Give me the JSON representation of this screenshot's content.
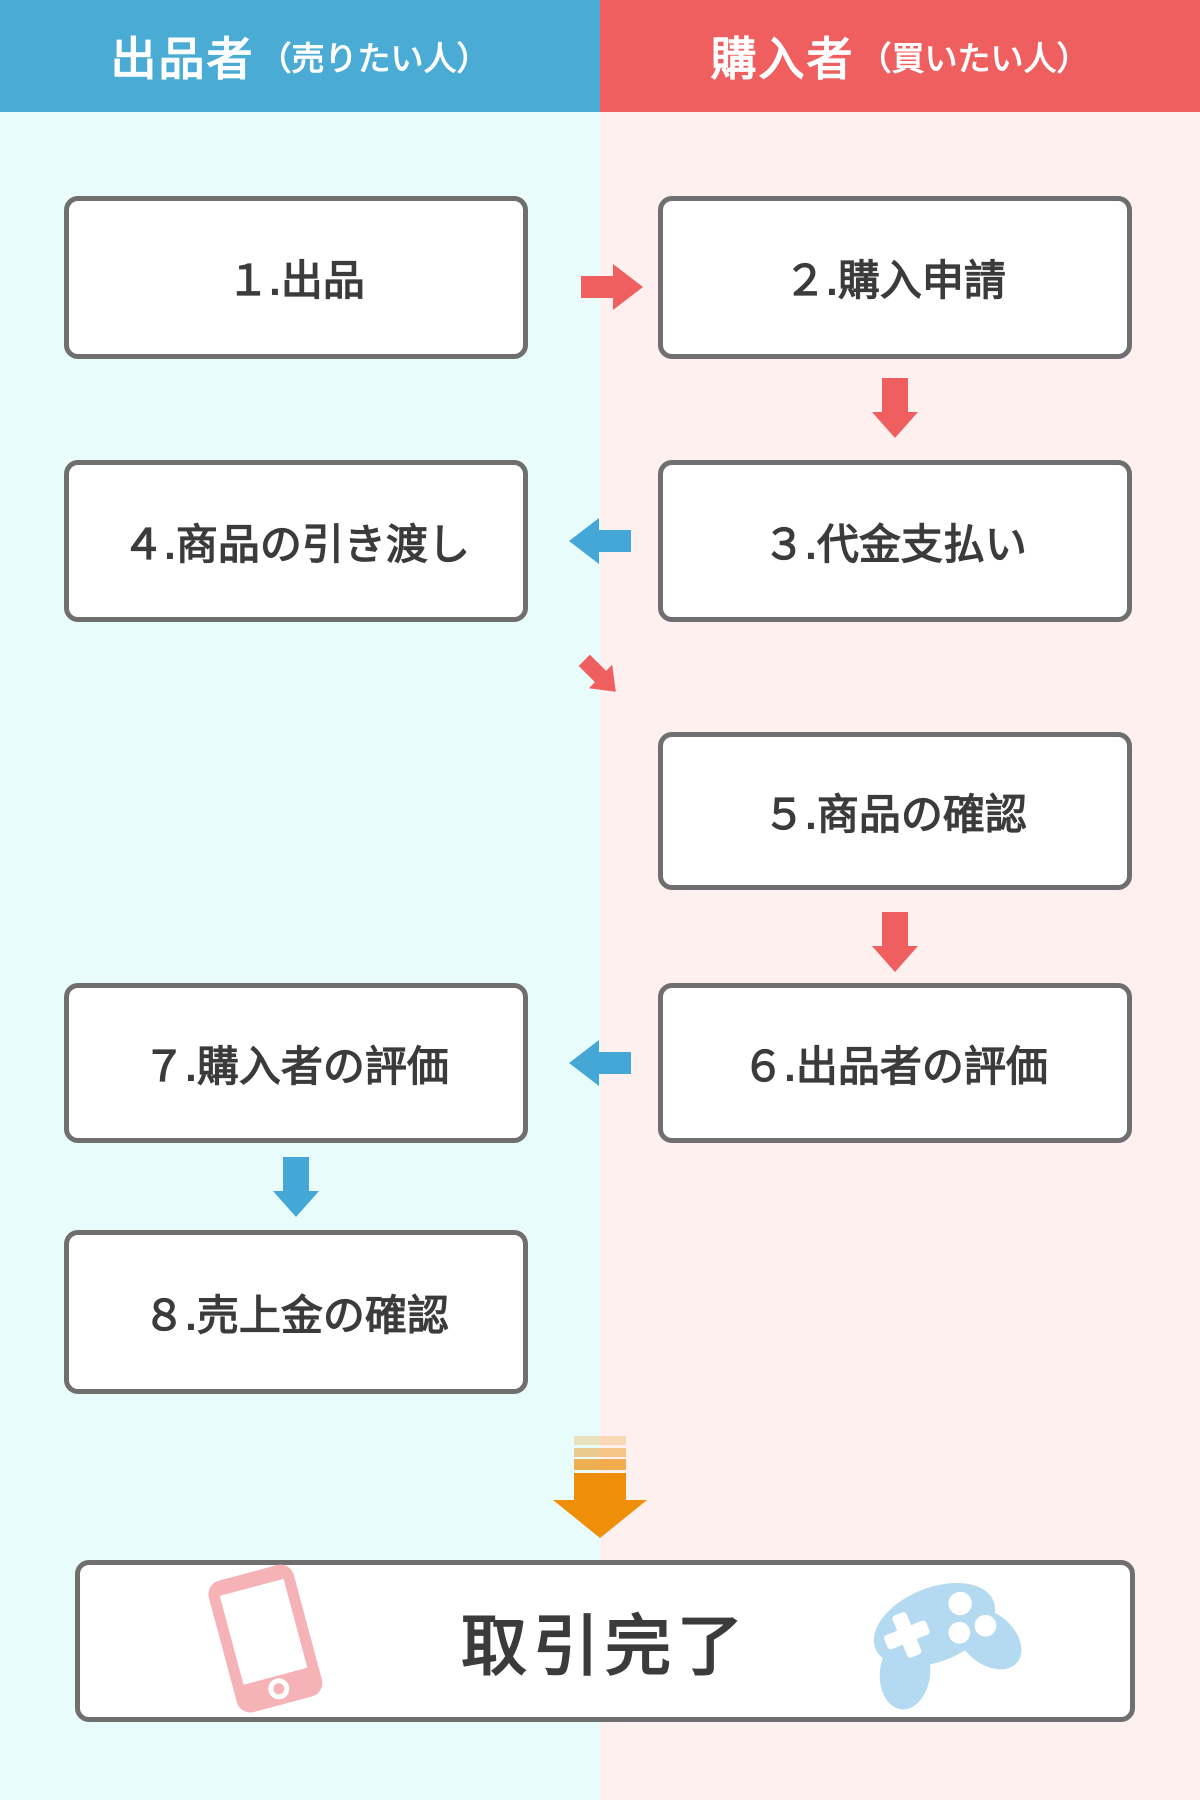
{
  "header": {
    "seller_title": "出品者",
    "seller_note": "（売りたい人）",
    "buyer_title": "購入者",
    "buyer_note": "（買いたい人）"
  },
  "steps": [
    {
      "number": 1,
      "label": "１.出品",
      "actor": "seller"
    },
    {
      "number": 2,
      "label": "２.購入申請",
      "actor": "buyer"
    },
    {
      "number": 3,
      "label": "３.代金支払い",
      "actor": "buyer"
    },
    {
      "number": 4,
      "label": "４.商品の引き渡し",
      "actor": "seller"
    },
    {
      "number": 5,
      "label": "５.商品の確認",
      "actor": "buyer"
    },
    {
      "number": 6,
      "label": "６.出品者の評価",
      "actor": "buyer"
    },
    {
      "number": 7,
      "label": "７.購入者の評価",
      "actor": "seller"
    },
    {
      "number": 8,
      "label": "８.売上金の確認",
      "actor": "seller"
    }
  ],
  "final": {
    "label": "取引完了"
  },
  "icons": {
    "arrow_right": "block-arrow-right",
    "arrow_down": "block-arrow-down",
    "arrow_diagonal": "block-arrow-down-right",
    "arrow_big_down": "striped-block-arrow-down",
    "smartphone": "smartphone",
    "gamepad": "game-controller"
  },
  "colors": {
    "seller_accent": "#4aacd4",
    "buyer_accent": "#ef5f5f",
    "seller_bg": "#e9fcfc",
    "buyer_bg": "#fdf0ef",
    "arrow_blue": "#45a7d6",
    "arrow_red": "#ef5f5f",
    "arrow_orange": "#ee8e09",
    "box_border": "#6f6f6f",
    "text": "#3b3b3b",
    "phone_icon_pink": "#f5b3b7",
    "gamepad_icon_blue": "#b3daf1"
  }
}
